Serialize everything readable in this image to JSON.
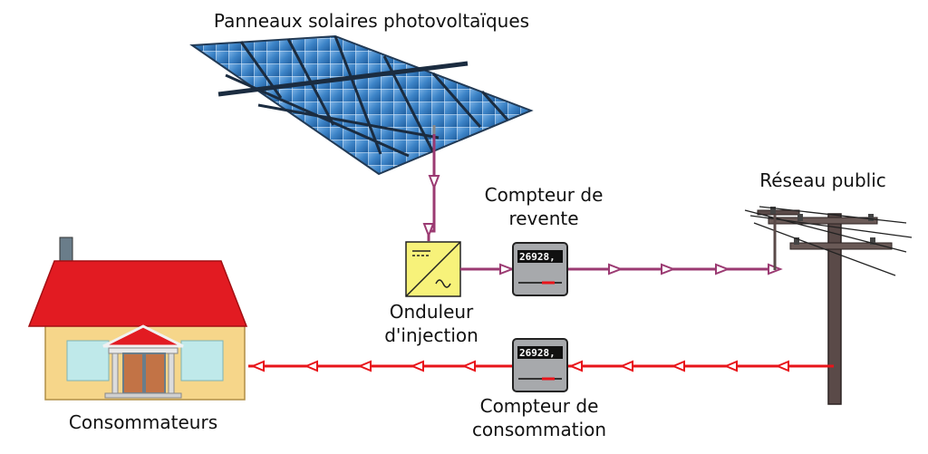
{
  "labels": {
    "solar_panels": "Panneaux solaires photovoltaïques",
    "resale_meter_line1": "Compteur de",
    "resale_meter_line2": "revente",
    "public_grid": "Réseau public",
    "inverter_line1": "Onduleur",
    "inverter_line2": "d'injection",
    "consumption_meter_line1": "Compteur de",
    "consumption_meter_line2": "consommation",
    "consumers": "Consommateurs"
  },
  "meters": {
    "resale_reading": "26928,",
    "consumption_reading": "26928,"
  },
  "colors": {
    "production_flow": "#9b3a72",
    "consumption_flow": "#e8141a",
    "roof": "#e21b22",
    "house_wall": "#f6d68a",
    "inverter": "#f7f27a",
    "panel_cell": "#3f86c9",
    "pole": "#5a4a48"
  },
  "icons": {
    "solar_panel": "solar-panel-icon",
    "inverter": "inverter-icon",
    "meter": "electric-meter-icon",
    "pole": "utility-pole-icon",
    "house": "house-icon"
  }
}
